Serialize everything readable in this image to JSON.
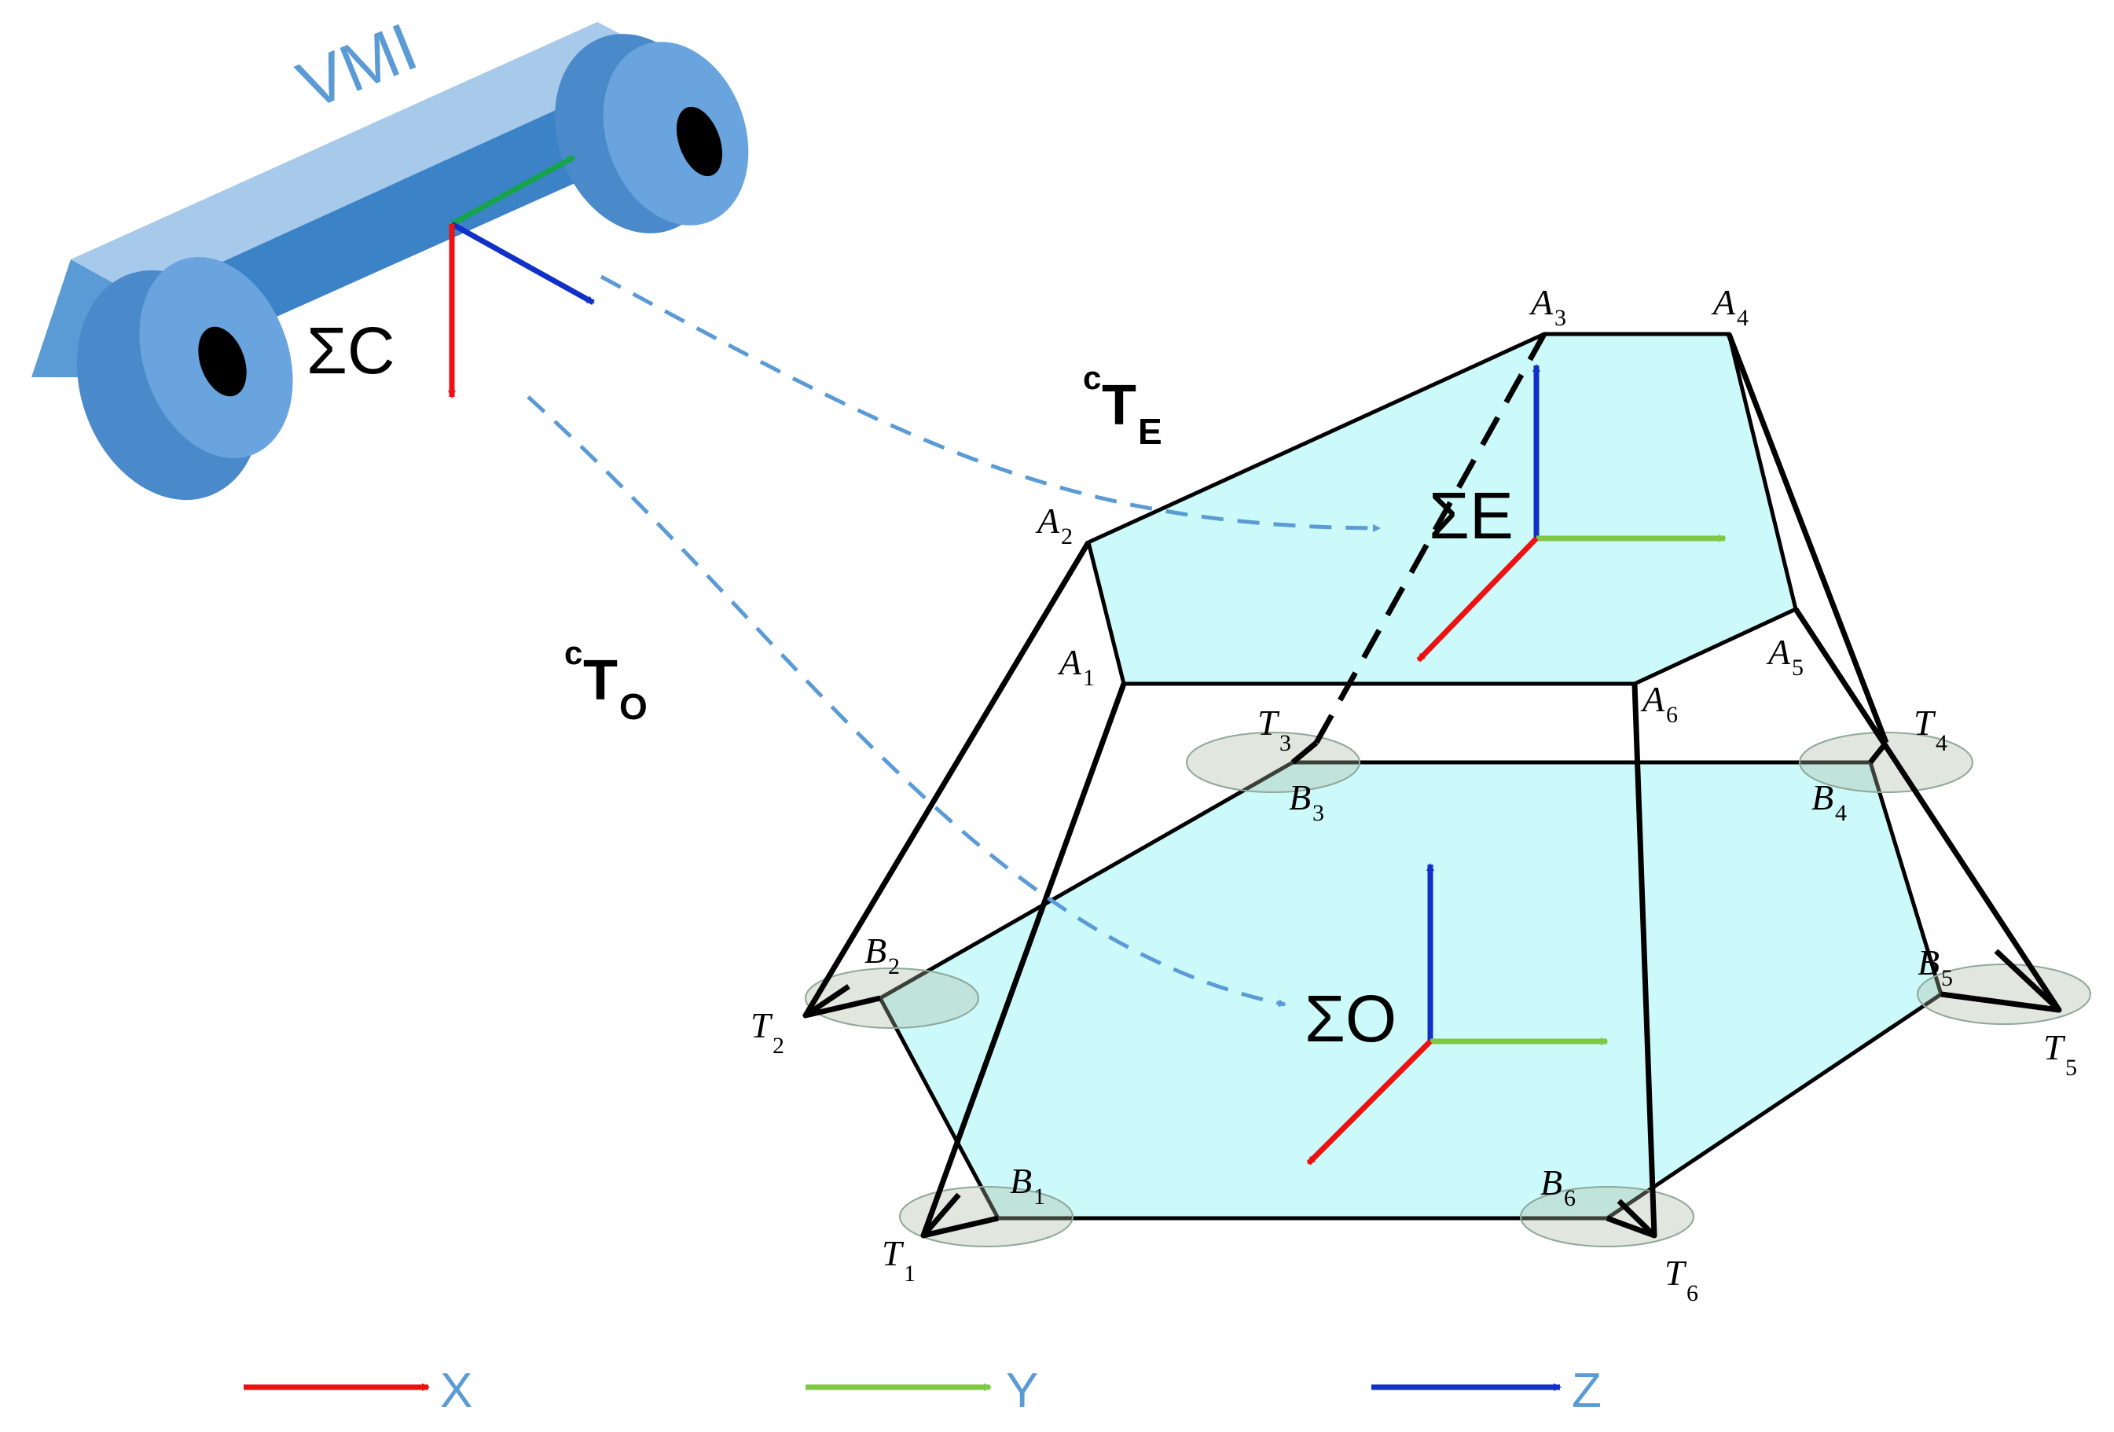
{
  "vmi": {
    "label": "VMI"
  },
  "frames": {
    "camera": "ΣC",
    "end_effector": "ΣE",
    "origin": "ΣO"
  },
  "transforms": {
    "cTE": {
      "superscript": "c",
      "main": "T",
      "subscript": "E"
    },
    "cTO": {
      "superscript": "c",
      "main": "T",
      "subscript": "O"
    }
  },
  "points": {
    "A1": {
      "letter": "A",
      "sub": "1"
    },
    "A2": {
      "letter": "A",
      "sub": "2"
    },
    "A3": {
      "letter": "A",
      "sub": "3"
    },
    "A4": {
      "letter": "A",
      "sub": "4"
    },
    "A5": {
      "letter": "A",
      "sub": "5"
    },
    "A6": {
      "letter": "A",
      "sub": "6"
    },
    "B1": {
      "letter": "B",
      "sub": "1"
    },
    "B2": {
      "letter": "B",
      "sub": "2"
    },
    "B3": {
      "letter": "B",
      "sub": "3"
    },
    "B4": {
      "letter": "B",
      "sub": "4"
    },
    "B5": {
      "letter": "B",
      "sub": "5"
    },
    "B6": {
      "letter": "B",
      "sub": "6"
    },
    "T1": {
      "letter": "T",
      "sub": "1"
    },
    "T2": {
      "letter": "T",
      "sub": "2"
    },
    "T3": {
      "letter": "T",
      "sub": "3"
    },
    "T4": {
      "letter": "T",
      "sub": "4"
    },
    "T5": {
      "letter": "T",
      "sub": "5"
    },
    "T6": {
      "letter": "T",
      "sub": "6"
    }
  },
  "legend": {
    "x": "X",
    "y": "Y",
    "z": "Z"
  },
  "colors": {
    "x_axis": "#ee1111",
    "y_axis": "#7ec846",
    "z_axis": "#1030c8",
    "camera_y": "#16a34a",
    "platform_fill": "#ccfafa",
    "dashed": "#5b9bd5",
    "vmi_body": "#5b9bd5"
  }
}
